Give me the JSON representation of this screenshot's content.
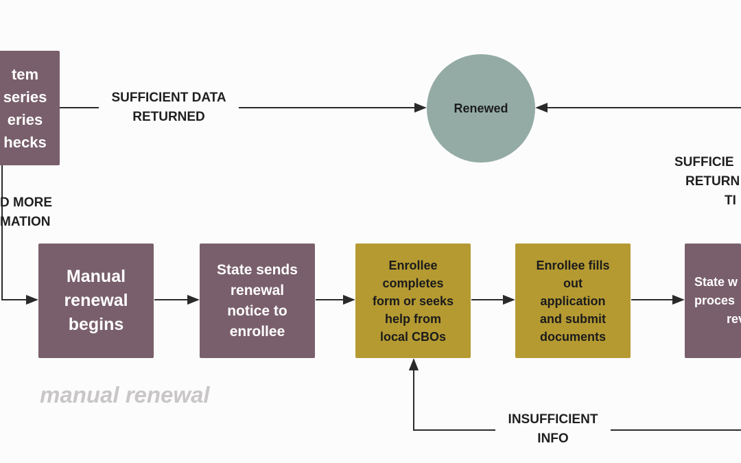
{
  "nodes": {
    "system_checks": {
      "line1": "tem",
      "line2": "series",
      "line3": "eries",
      "line4": "hecks"
    },
    "renewed": "Renewed",
    "manual_renewal_begins": {
      "line1": "Manual",
      "line2": "renewal",
      "line3": "begins"
    },
    "state_sends_notice": {
      "line1": "State sends",
      "line2": "renewal",
      "line3": "notice to",
      "line4": "enrollee"
    },
    "enrollee_completes": {
      "line1": "Enrollee",
      "line2": "completes",
      "line3": "form or seeks",
      "line4": "help from",
      "line5": "local CBOs"
    },
    "enrollee_fills": {
      "line1": "Enrollee fills",
      "line2": "out",
      "line3": "application",
      "line4": "and submit",
      "line5": "documents"
    },
    "state_processes": {
      "line1": "State w",
      "line2": "proces",
      "line3": "revi"
    }
  },
  "edge_labels": {
    "sufficient_data": {
      "line1": "SUFFICIENT DATA",
      "line2": "RETURNED"
    },
    "need_more": {
      "line1": "D MORE",
      "line2": "MATION"
    },
    "sufficient_right": {
      "line1": "SUFFICIE",
      "line2": "RETURN",
      "line3": "TI"
    },
    "insufficient_info": {
      "line1": "INSUFFICIENT",
      "line2": "INFO"
    }
  },
  "caption": "manual renewal",
  "colors": {
    "mauve": "#795f6b",
    "gold": "#b59a32",
    "teal_circle": "#94aba5",
    "caption": "#c9c6c8"
  }
}
